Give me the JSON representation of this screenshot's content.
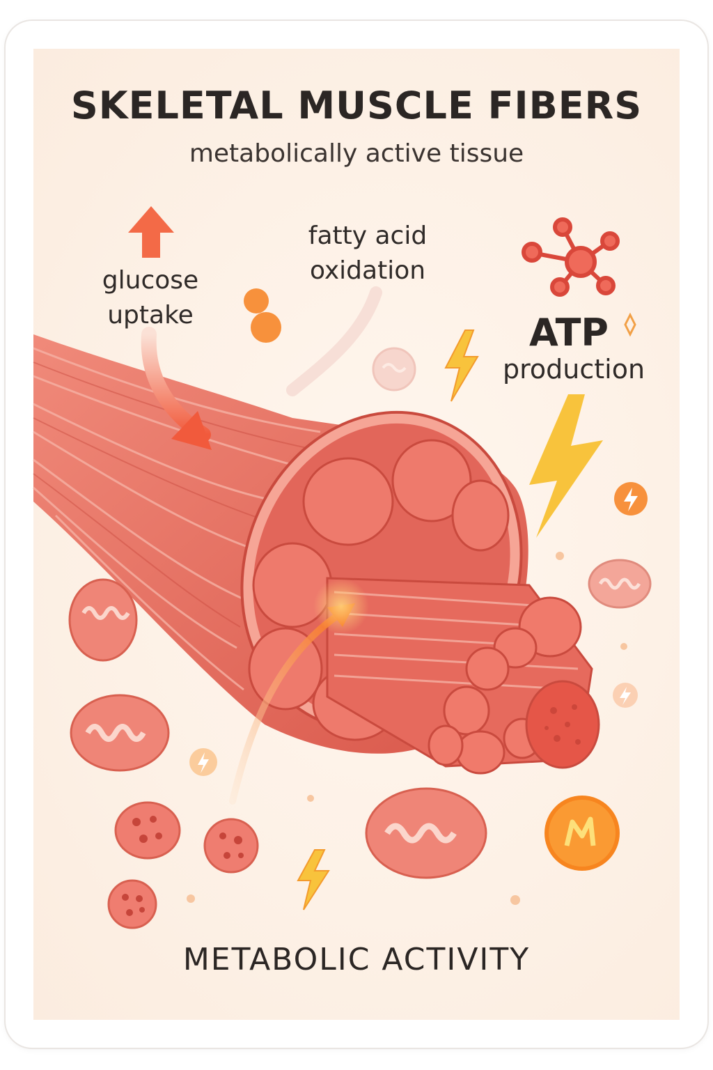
{
  "title": "SKELETAL MUSCLE FIBERS",
  "subtitle": "metabolically active tissue",
  "labels": {
    "glucose_line1": "glucose",
    "glucose_line2": "uptake",
    "fatty_line1": "fatty acid",
    "fatty_line2": "oxidation",
    "atp": "ATP",
    "atp_sub": "production"
  },
  "footer": "METABOLIC ACTIVITY",
  "colors": {
    "muscle": "#ea6a5a",
    "muscle_dark": "#c94a3e",
    "muscle_light": "#f7a99b",
    "accent_orange": "#f5732c",
    "bolt_yellow": "#f8c33c",
    "background": "#fdf1e6"
  },
  "icons": [
    "up-arrow-icon",
    "curved-arrow-icon",
    "molecule-icon",
    "lightning-icon",
    "mitochondrion-icon",
    "energy-coin-icon"
  ]
}
